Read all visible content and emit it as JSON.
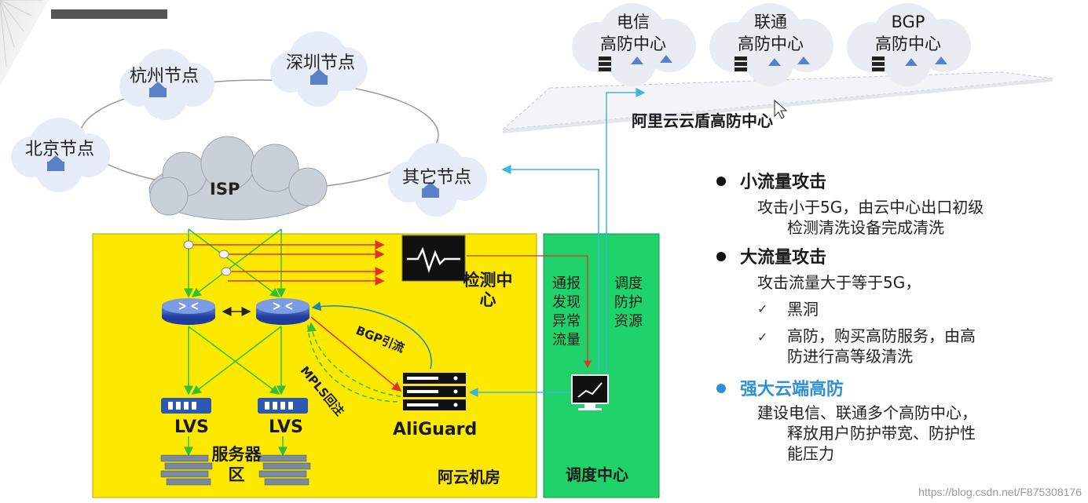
{
  "nodes": {
    "hangzhou": "杭州节点",
    "shenzhen": "深圳节点",
    "beijing": "北京节点",
    "other": "其它节点",
    "isp": "ISP"
  },
  "antiddos_centers": {
    "telecom_line1": "电信",
    "telecom_line2": "高防中心",
    "unicom_line1": "联通",
    "unicom_line2": "高防中心",
    "bgp_line1": "BGP",
    "bgp_line2": "高防中心",
    "platform_label": "阿里云云盾高防中心"
  },
  "datacenter": {
    "room_label": "阿云机房",
    "detect_line1": "检测中",
    "detect_line2": "心",
    "bgp_divert": "BGP引流",
    "mpls_return": "MPLS回注",
    "aliguard": "AliGuard",
    "lvs_left": "LVS",
    "lvs_right": "LVS",
    "servers_line1": "服务器",
    "servers_line2": "区"
  },
  "dispatch": {
    "center_label": "调度中心",
    "report_lines": [
      "通报",
      "发现",
      "异常",
      "流量"
    ],
    "schedule_lines": [
      "调度",
      "防护",
      "资源"
    ]
  },
  "bullets": {
    "small_title": "小流量攻击",
    "small_desc1": "攻击小于5G，由云中心出口初级",
    "small_desc2": "检测清洗设备完成清洗",
    "large_title": "大流量攻击",
    "large_desc": "攻击流量大于等于5G，",
    "check1": "黑洞",
    "check2a": "高防，购买高防服务，由高",
    "check2b": "防进行高等级清洗",
    "strong_title": "强大云端高防",
    "strong_desc1": "建设电信、联通多个高防中心，",
    "strong_desc2": "释放用户防护带宽、防护性",
    "strong_desc3": "能压力"
  },
  "watermark": "https://blog.csdn.net/F875308176",
  "colors": {
    "datacenter_bg": "#fde800",
    "dispatch_bg": "#1fd36a",
    "arrow_red": "#e0312b",
    "line_green": "#2fbf3a",
    "arrow_blue": "#3cb6de",
    "highlight_blue": "#2e8fd8"
  }
}
